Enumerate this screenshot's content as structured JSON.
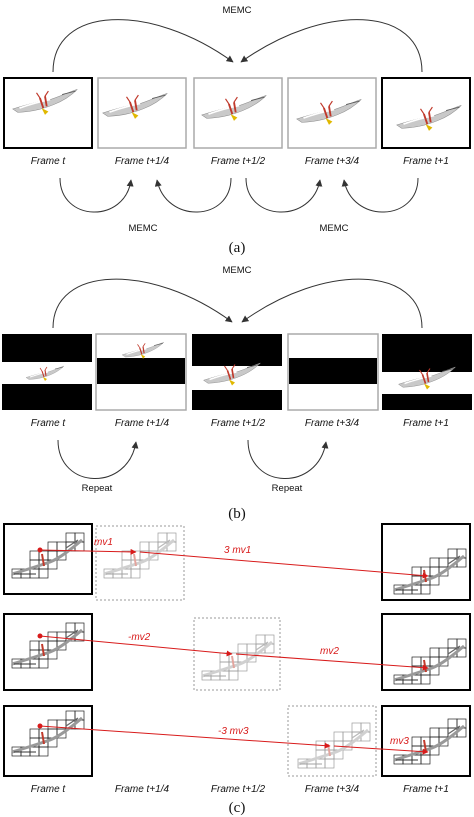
{
  "frame_labels": [
    "Frame t",
    "Frame t+1/4",
    "Frame t+1/2",
    "Frame t+3/4",
    "Frame t+1"
  ],
  "panel_a": {
    "caption": "(a)",
    "top_arc_label": "MEMC",
    "bottom_arc_labels": [
      "MEMC",
      "MEMC"
    ]
  },
  "panel_b": {
    "caption": "(b)",
    "top_arc_label": "MEMC",
    "bottom_arc_labels": [
      "Repeat",
      "Repeat"
    ]
  },
  "panel_c": {
    "caption": "(c)",
    "rows": [
      {
        "left_label": "mv1",
        "right_label": "3 mv1"
      },
      {
        "left_label": "-mv2",
        "right_label": "mv2"
      },
      {
        "left_label": "-3 mv3",
        "right_label": "mv3"
      }
    ]
  },
  "colors": {
    "frame_border_strong": "#000000",
    "frame_border_light": "#aaaaaa",
    "arrow": "#333333",
    "motion_vector": "#d81b1b",
    "grid": "#222222"
  }
}
